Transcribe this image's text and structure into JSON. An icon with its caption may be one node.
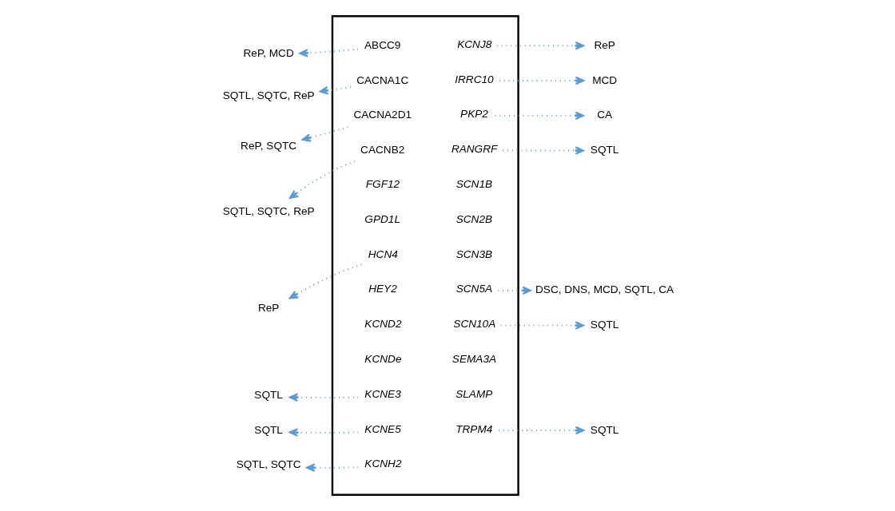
{
  "diagram": {
    "nodes": [
      {
        "text": [],
        "shape": "box"
      },
      {
        "text": [
          "ABCC9"
        ],
        "in": 0
      },
      {
        "text": [
          "CACNA1C"
        ],
        "in": 0
      },
      {
        "text": [
          "CACNA2D1"
        ],
        "in": 0
      },
      {
        "text": [
          "CACNB2"
        ],
        "in": 0
      },
      {
        "text": [
          "FGF12"
        ],
        "in": 0
      },
      {
        "text": [
          "GPD1L"
        ],
        "in": 0
      },
      {
        "text": [
          "HCN4"
        ],
        "in": 0
      },
      {
        "text": [
          "HEY2"
        ],
        "in": 0
      },
      {
        "text": [
          "KCND2"
        ],
        "in": 0
      },
      {
        "text": [
          "KCNDe"
        ],
        "in": 0
      },
      {
        "text": [
          "KCNE3"
        ],
        "in": 0
      },
      {
        "text": [
          "KCNE5"
        ],
        "in": 0
      },
      {
        "text": [
          "KCNH2"
        ],
        "in": 0
      },
      {
        "text": [
          "KCNJ8"
        ],
        "in": 0
      },
      {
        "text": [
          "IRRC10"
        ],
        "in": 0
      },
      {
        "text": [
          "PKP2"
        ],
        "in": 0
      },
      {
        "text": [
          "RANGRF"
        ],
        "in": 0
      },
      {
        "text": [
          "SCN1B"
        ],
        "in": 0
      },
      {
        "text": [
          "SCN2B"
        ],
        "in": 0
      },
      {
        "text": [
          "SCN3B"
        ],
        "in": 0
      },
      {
        "text": [
          "SCN5A"
        ],
        "in": 0
      },
      {
        "text": [
          "SCN10A"
        ],
        "in": 0
      },
      {
        "text": [
          "SEMA3A"
        ],
        "in": 0
      },
      {
        "text": [
          "SLAMP"
        ],
        "in": 0
      },
      {
        "text": [
          "TRPM4"
        ],
        "in": 0
      },
      {
        "text": [
          "ReP, MCD"
        ]
      },
      {
        "text": [
          "SQTL, SQTC, ReP"
        ]
      },
      {
        "text": [
          "ReP, SQTC"
        ]
      },
      {
        "text": [
          "SQTL, SQTC, ReP"
        ]
      },
      {
        "text": [
          "ReP"
        ]
      },
      {
        "text": [
          "SQTL"
        ]
      },
      {
        "text": [
          "SQTL"
        ]
      },
      {
        "text": [
          "SQTL, SQTC"
        ]
      },
      {
        "text": [
          "ReP"
        ]
      },
      {
        "text": [
          "MCD"
        ]
      },
      {
        "text": [
          "CA"
        ]
      },
      {
        "text": [
          "SQTL"
        ]
      },
      {
        "text": [
          "DSC, DNS, MCD, SQTL, CA"
        ]
      },
      {
        "text": [
          "SQTL"
        ]
      },
      {
        "text": [
          "SQTL"
        ]
      }
    ],
    "edges": [
      {
        "from": 1,
        "to": 26,
        "arrow": "to",
        "style": "dashed"
      },
      {
        "from": 2,
        "to": 27,
        "arrow": "to",
        "style": "dashed"
      },
      {
        "from": 3,
        "to": 28,
        "arrow": "to",
        "style": "dashed"
      },
      {
        "from": 4,
        "to": 29,
        "arrow": "to",
        "style": "dashed"
      },
      {
        "from": 7,
        "to": 30,
        "arrow": "to",
        "style": "dashed"
      },
      {
        "from": 11,
        "to": 31,
        "arrow": "to",
        "style": "dashed"
      },
      {
        "from": 12,
        "to": 32,
        "arrow": "to",
        "style": "dashed"
      },
      {
        "from": 13,
        "to": 33,
        "arrow": "to",
        "style": "dashed"
      },
      {
        "from": 14,
        "to": 34,
        "arrow": "to",
        "style": "dashed"
      },
      {
        "from": 15,
        "to": 35,
        "arrow": "to",
        "style": "dashed"
      },
      {
        "from": 16,
        "to": 36,
        "arrow": "to",
        "style": "dashed"
      },
      {
        "from": 17,
        "to": 37,
        "arrow": "to",
        "style": "dashed"
      },
      {
        "from": 21,
        "to": 38,
        "arrow": "to",
        "style": "dashed"
      },
      {
        "from": 22,
        "to": 39,
        "arrow": "to",
        "style": "dashed"
      },
      {
        "from": 25,
        "to": 40,
        "arrow": "to",
        "style": "dashed"
      }
    ]
  }
}
